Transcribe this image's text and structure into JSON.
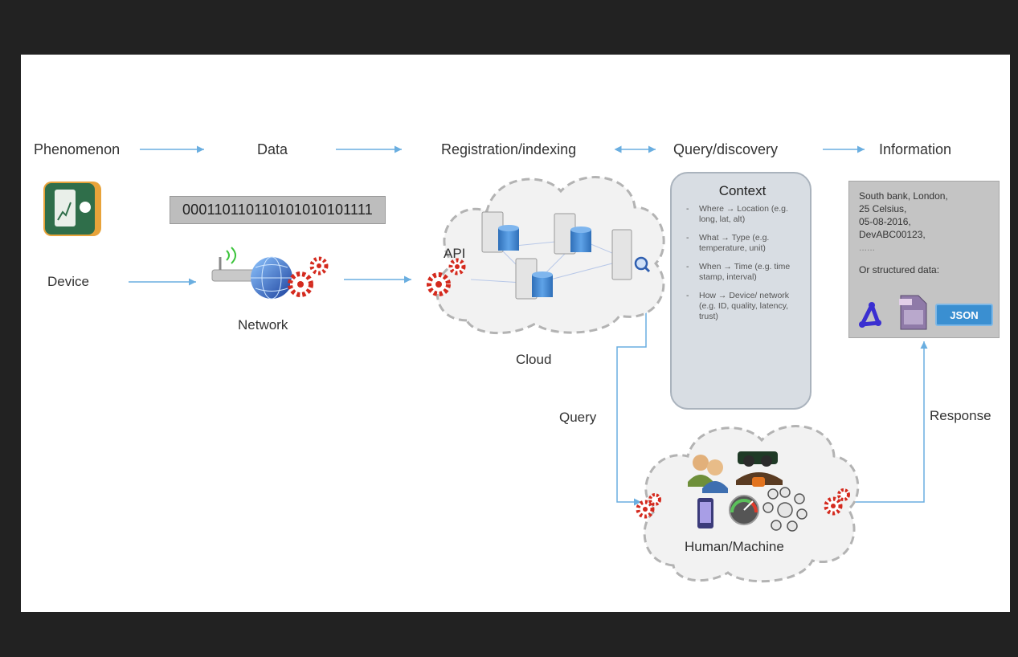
{
  "stages": {
    "phenomenon": "Phenomenon",
    "data": "Data",
    "registration": "Registration/indexing",
    "query_discovery": "Query/discovery",
    "information": "Information"
  },
  "labels": {
    "device": "Device",
    "network": "Network",
    "api": "API",
    "cloud": "Cloud",
    "query": "Query",
    "response": "Response",
    "human_machine": "Human/Machine"
  },
  "binary_data": "000110110110101010101111",
  "context": {
    "title": "Context",
    "items": [
      "Where → Location (e.g. long, lat, alt)",
      "What → Type (e.g. temperature, unit)",
      "When → Time (e.g. time stamp, interval)",
      "How → Device/ network (e.g. ID, quality, latency, trust)"
    ]
  },
  "information_box": {
    "lines": [
      "South bank, London,",
      "25 Celsius,",
      "05-08-2016,",
      "DevABC00123,",
      "......"
    ],
    "structured_label": "Or structured data:",
    "json_label": "JSON"
  },
  "colors": {
    "arrow": "#6aaee0",
    "gear": "#d42a1e",
    "context_bg": "#d8dde3",
    "info_bg": "#c4c4c4",
    "json_bg": "#3a8fd1"
  },
  "icons": [
    "device-icon",
    "router-icon",
    "globe-icon",
    "gear-icon",
    "server-icon",
    "database-icon",
    "search-icon",
    "people-icon",
    "phone-icon",
    "gauge-icon",
    "network-nodes-icon",
    "hub-icon",
    "xml-file-icon"
  ]
}
